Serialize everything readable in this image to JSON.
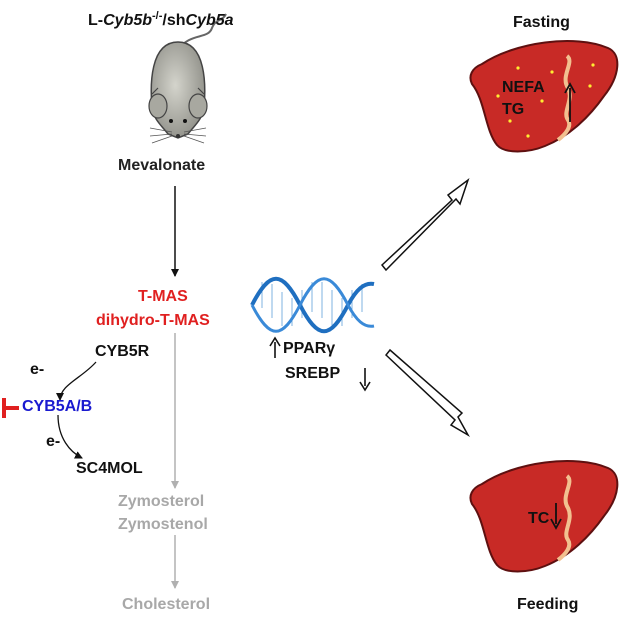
{
  "title": {
    "prefix": "L-",
    "gene1": "Cyb5b",
    "sup": "-/-",
    "mid": "/sh",
    "gene2": "Cyb5a"
  },
  "pathway": {
    "start": "Mevalonate",
    "tmas": "T-MAS",
    "dihydro": "dihydro-T-MAS",
    "cyb5r": "CYB5R",
    "electron_1": "e-",
    "cyb5ab": "CYB5A/B",
    "electron_2": "e-",
    "sc4mol": "SC4MOL",
    "zymosterol": "Zymosterol",
    "zymostenol": "Zymostenol",
    "cholesterol": "Cholesterol"
  },
  "regulation": {
    "ppar": "PPARγ",
    "srebp": "SREBP"
  },
  "fasting": {
    "label": "Fasting",
    "nefa": "NEFA",
    "tg": "TG"
  },
  "feeding": {
    "label": "Feeding",
    "tc": "TC"
  },
  "colors": {
    "accumulated": "#e02020",
    "inhibited": "#1a1ad0",
    "downstream": "#a8a8a8",
    "dna": "#2277cc",
    "liver": "#c82a26"
  }
}
